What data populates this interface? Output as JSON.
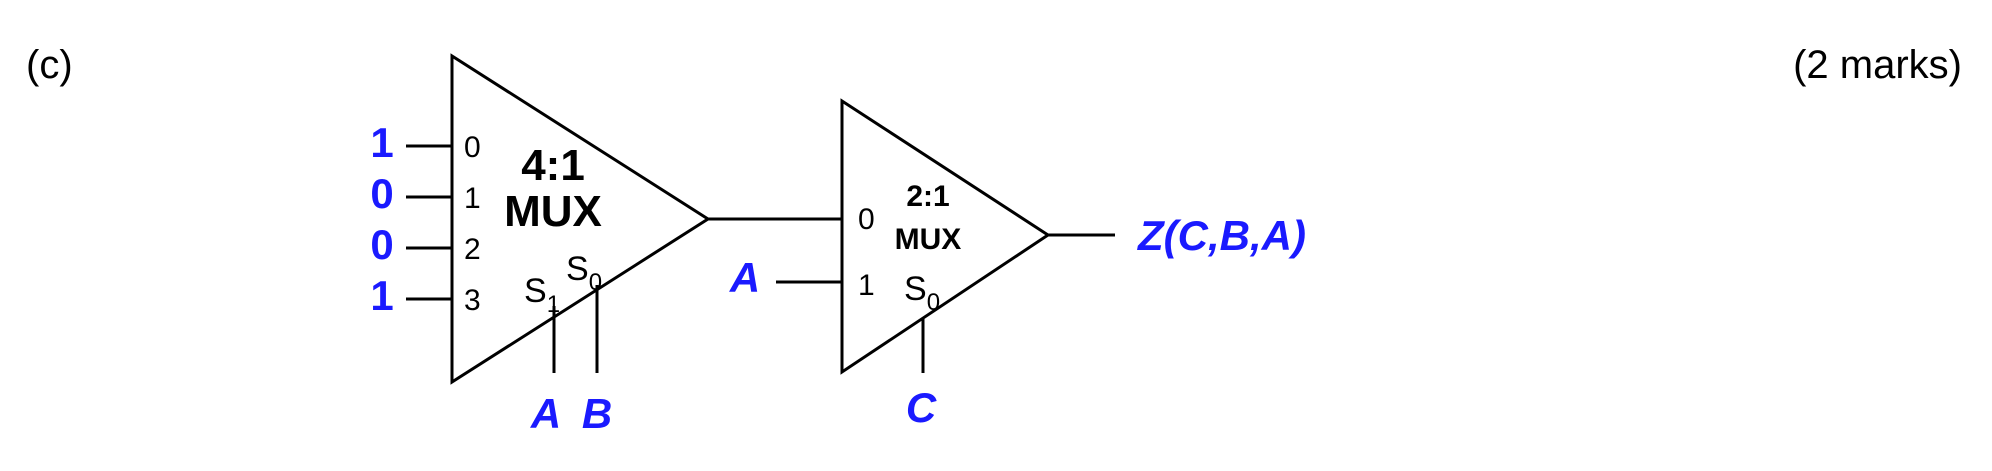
{
  "question_label": "(c)",
  "marks": "(2 marks)",
  "mux4": {
    "title_line1": "4:1",
    "title_line2": "MUX",
    "input_pins": [
      "0",
      "1",
      "2",
      "3"
    ],
    "input_values": [
      "1",
      "0",
      "0",
      "1"
    ],
    "select_s1": "S",
    "select_s1_sub": "1",
    "select_s0": "S",
    "select_s0_sub": "0",
    "select_signals": [
      "A",
      "B"
    ]
  },
  "mux2": {
    "title_line1": "2:1",
    "title_line2": "MUX",
    "input_pins": [
      "0",
      "1"
    ],
    "input1_signal": "A",
    "select_s0": "S",
    "select_s0_sub": "0",
    "select_signal": "C"
  },
  "output_label": "Z(C,B,A)",
  "colors": {
    "signal": "#1a1aff",
    "line": "#000000"
  }
}
